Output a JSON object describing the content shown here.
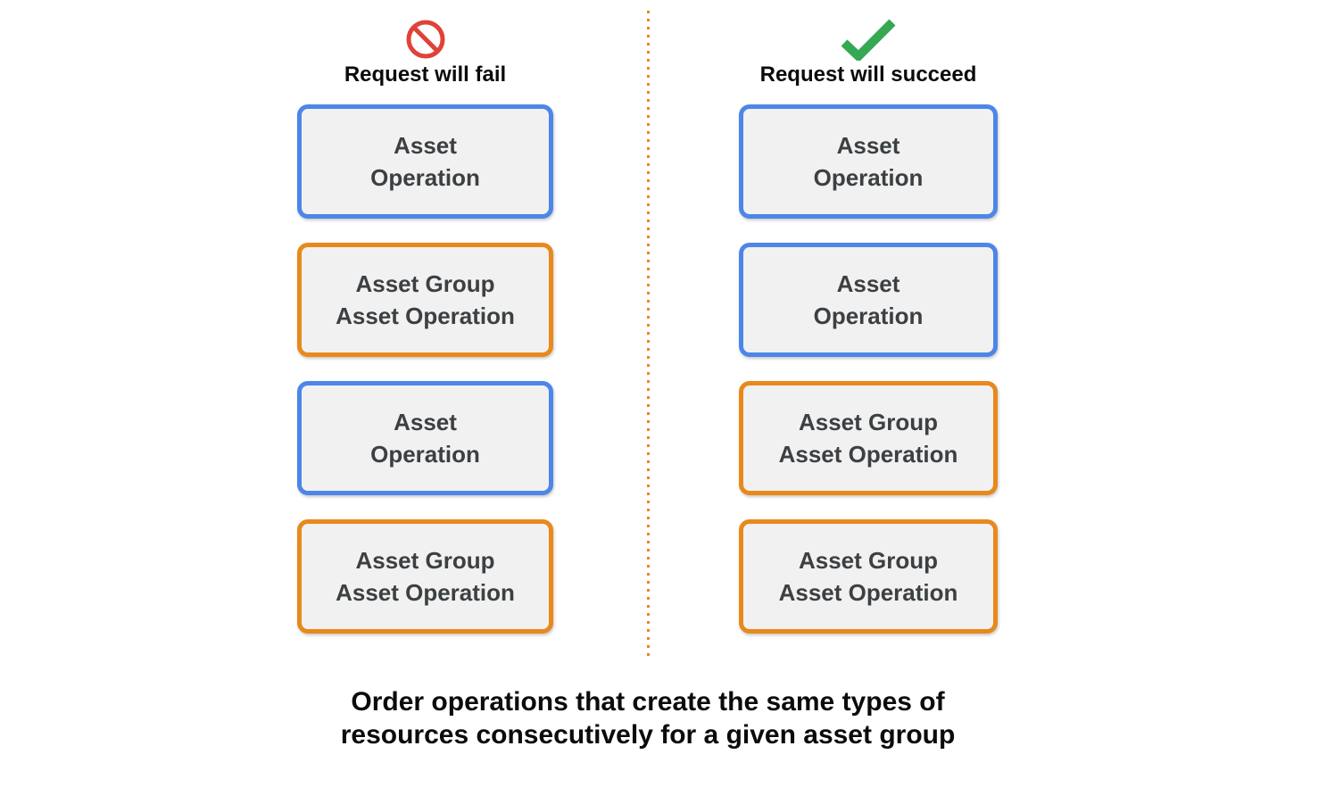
{
  "colors": {
    "blue": "#4C86E8",
    "orange": "#E8891C",
    "red": "#E04238",
    "green": "#34A853",
    "box_bg": "#F1F1F1",
    "box_text": "#3C4043",
    "heading_text": "#0B0B0B"
  },
  "fail_column": {
    "icon": "prohibited-icon",
    "title": "Request will fail",
    "boxes": [
      {
        "type": "asset-operation",
        "label": "Asset\nOperation"
      },
      {
        "type": "asset-group-asset-operation",
        "label": "Asset Group\nAsset Operation"
      },
      {
        "type": "asset-operation",
        "label": "Asset\nOperation"
      },
      {
        "type": "asset-group-asset-operation",
        "label": "Asset Group\nAsset Operation"
      }
    ]
  },
  "succeed_column": {
    "icon": "check-icon",
    "title": "Request will succeed",
    "boxes": [
      {
        "type": "asset-operation",
        "label": "Asset\nOperation"
      },
      {
        "type": "asset-operation",
        "label": "Asset\nOperation"
      },
      {
        "type": "asset-group-asset-operation",
        "label": "Asset Group\nAsset Operation"
      },
      {
        "type": "asset-group-asset-operation",
        "label": "Asset Group\nAsset Operation"
      }
    ]
  },
  "caption": "Order operations that create the same types of\nresources consecutively for a given asset group"
}
